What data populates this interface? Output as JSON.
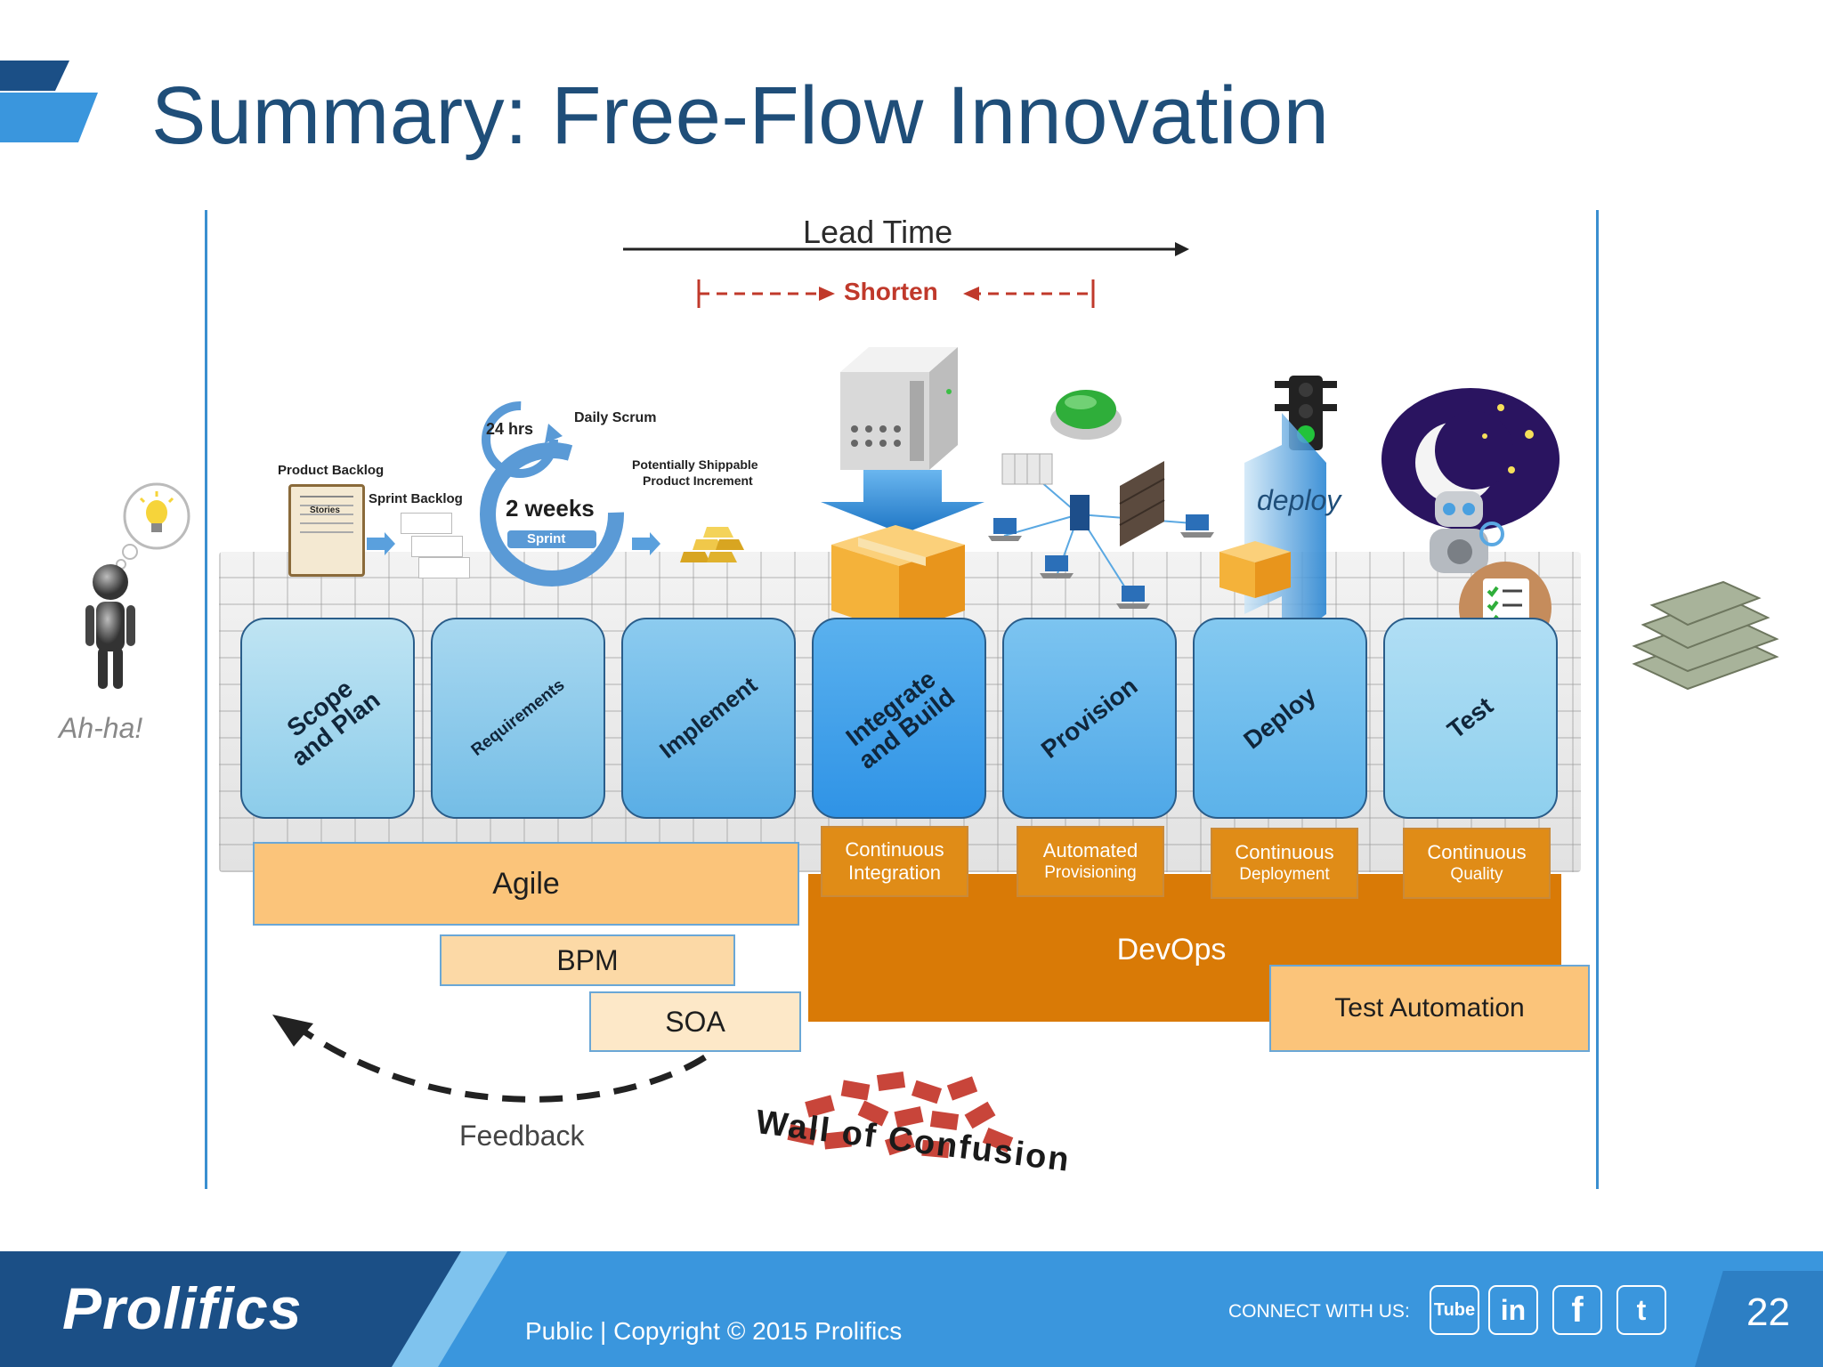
{
  "slide": {
    "title": "Summary: Free-Flow Innovation",
    "page_number": "22"
  },
  "lead_time": {
    "label": "Lead Time",
    "shorten": "Shorten"
  },
  "scrum": {
    "product_backlog": "Product Backlog",
    "sprint_backlog": "Sprint Backlog",
    "stories": "Stories",
    "hrs": "24 hrs",
    "daily": "Daily Scrum",
    "weeks": "2 weeks",
    "sprint": "Sprint",
    "increment_line1": "Potentially Shippable",
    "increment_line2": "Product Increment"
  },
  "person_caption": "Ah-ha!",
  "deploy_arrow_label": "deploy",
  "stages": [
    {
      "label": "Scope\nand Plan",
      "color_top": "#bfe4f3",
      "color_bottom": "#8cccea"
    },
    {
      "label": "Requirements",
      "color_top": "#a8d8f0",
      "color_bottom": "#74bde6"
    },
    {
      "label": "Implement",
      "color_top": "#8ccbef",
      "color_bottom": "#5aaee5"
    },
    {
      "label": "Integrate\nand Build",
      "color_top": "#5ab1ee",
      "color_bottom": "#2f93e6"
    },
    {
      "label": "Provision",
      "color_top": "#7cc4f0",
      "color_bottom": "#4fa8e8"
    },
    {
      "label": "Deploy",
      "color_top": "#84c9f0",
      "color_bottom": "#5cb2ea"
    },
    {
      "label": "Test",
      "color_top": "#b0def4",
      "color_bottom": "#8fd0ee"
    }
  ],
  "practices": {
    "agile": "Agile",
    "bpm": "BPM",
    "soa": "SOA",
    "devops": "DevOps",
    "test_automation": "Test Automation",
    "ci_line1": "Continuous",
    "ci_line2": "Integration",
    "ap_line1": "Automated",
    "ap_line2": "Provisioning",
    "cd_line1": "Continuous",
    "cd_line2": "Deployment",
    "cq_line1": "Continuous",
    "cq_line2": "Quality"
  },
  "feedback_label": "Feedback",
  "wall_label": "Wall of Confusion",
  "footer": {
    "brand": "Prolifics",
    "text": "Public  |   Copyright © 2015 Prolifics",
    "connect": "CONNECT WITH US:",
    "social": [
      "Tube",
      "in",
      "f",
      "t"
    ]
  },
  "colors": {
    "title": "#1f4e79",
    "orange_light": "#fbc47a",
    "orange_dark": "#d97a06",
    "footer_blue": "#3a96dd",
    "footer_dark": "#1b4f86",
    "shorten_red": "#c0392b"
  },
  "icons": [
    "lightbulb-icon",
    "person-icon",
    "server-icon",
    "package-icon",
    "green-button-icon",
    "network-icon",
    "firewall-icon",
    "laptop-icon",
    "traffic-light-icon",
    "moon-icon",
    "robot-icon",
    "checklist-icon",
    "money-icon",
    "gold-bars-icon",
    "clipboard-icon"
  ]
}
